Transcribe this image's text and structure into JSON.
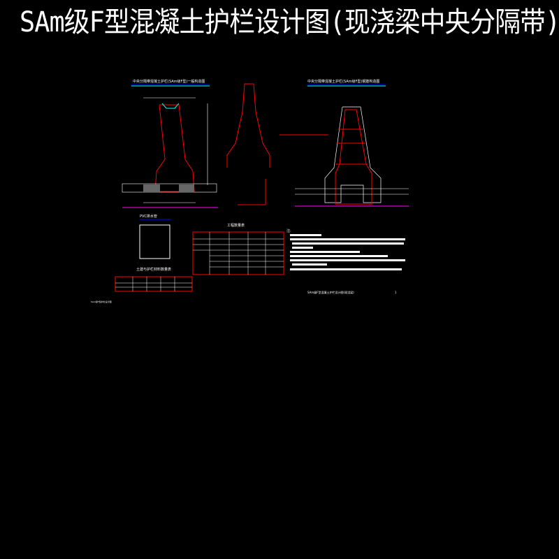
{
  "title": "SAm级F型混凝土护栏设计图(现浇梁中央分隔带)",
  "drawing": {
    "view1_title": "中央分隔带混凝土护栏(SAm级F型)一般构造图",
    "view2_title": "中央分隔带混凝土护栏(SAm级F型)钢筋构造图",
    "detail_title": "PVC排水管",
    "table1_title": "工程数量表",
    "table2_title": "土建与护栏材料数量表",
    "notes_label": "注:",
    "footer_left": "SAm级F型护栏设计图",
    "footer_right": "SAm级F型混凝土护栏设计图(现浇梁)",
    "page_no": "1"
  },
  "colors": {
    "outline": "#ff0000",
    "dim": "#ffffff",
    "annot": "#00ffff",
    "ground": "#ff00ff",
    "title_line": "#0000ff"
  }
}
